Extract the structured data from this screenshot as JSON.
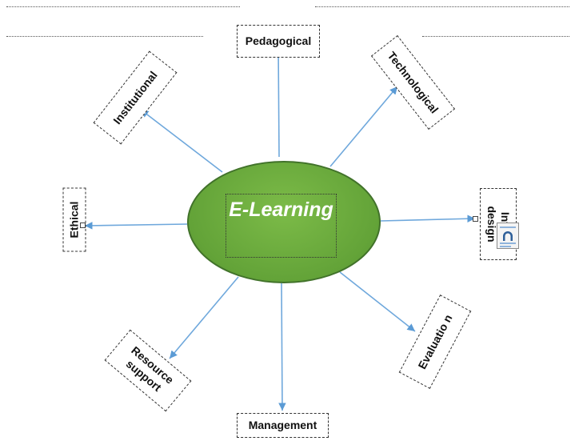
{
  "center": {
    "label": "E-Learning"
  },
  "dimensions": {
    "pedagogical": "Pedagogical",
    "technological": "Technological",
    "institutional": "Institutional",
    "ethical": "Ethical",
    "interface_line1": "Inter",
    "interface_line2": "design",
    "evaluation": "Evaluatio n",
    "resource_line1": "Resource",
    "resource_line2": "support",
    "management": "Management"
  },
  "colors": {
    "ellipse": "#6aaa3c",
    "arrow": "#5b9bd5",
    "text": "#111111"
  },
  "icons": {
    "layout_options": "layout-options-icon"
  }
}
